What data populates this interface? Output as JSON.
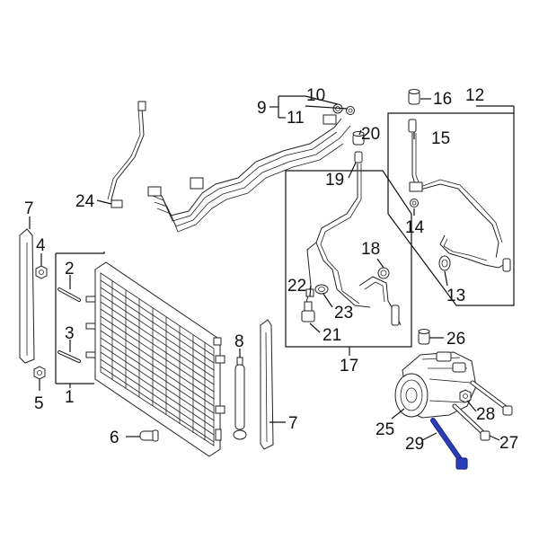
{
  "diagram": {
    "highlight_color": "#2a3fb5",
    "labels": {
      "l1": "1",
      "l2": "2",
      "l3": "3",
      "l4": "4",
      "l5": "5",
      "l6": "6",
      "l7a": "7",
      "l7b": "7",
      "l8": "8",
      "l9": "9",
      "l10": "10",
      "l11": "11",
      "l12": "12",
      "l13": "13",
      "l14": "14",
      "l15": "15",
      "l16": "16",
      "l17": "17",
      "l18": "18",
      "l19": "19",
      "l20": "20",
      "l21": "21",
      "l22": "22",
      "l23": "23",
      "l24": "24",
      "l25": "25",
      "l26": "26",
      "l27": "27",
      "l28": "28",
      "l29": "29"
    }
  }
}
